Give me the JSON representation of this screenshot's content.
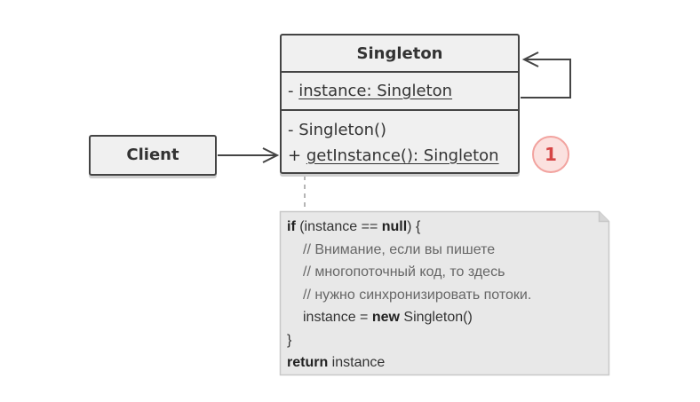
{
  "colors": {
    "box_fill": "#f0f0f0",
    "box_border": "#444444",
    "note_fill": "#e8e8e8",
    "note_border": "#c8c8c8",
    "badge_fill": "#fbe1df",
    "badge_text": "#d64545",
    "connector": "#444444",
    "dashed_connector": "#b5b5b5"
  },
  "class_box": {
    "name": "Singleton",
    "fields": [
      {
        "visibility": "- ",
        "text": "instance: Singleton",
        "static": true
      }
    ],
    "methods": [
      {
        "visibility": "- ",
        "text": "Singleton()",
        "static": false
      },
      {
        "visibility": "+ ",
        "text": "getInstance(): Singleton",
        "static": true
      }
    ]
  },
  "client_box": {
    "name": "Client"
  },
  "badge": {
    "label": "1"
  },
  "note": {
    "lines": [
      {
        "indent": 0,
        "parts": [
          {
            "t": "if",
            "kw": true
          },
          {
            "t": " (instance == "
          },
          {
            "t": "null",
            "kw": true
          },
          {
            "t": ") {"
          }
        ]
      },
      {
        "indent": 1,
        "parts": [
          {
            "t": "// Внимание, если вы пишете",
            "comment": true
          }
        ]
      },
      {
        "indent": 1,
        "parts": [
          {
            "t": "// многопоточный код, то здесь",
            "comment": true
          }
        ]
      },
      {
        "indent": 1,
        "parts": [
          {
            "t": "// нужно синхронизировать потоки.",
            "comment": true
          }
        ]
      },
      {
        "indent": 1,
        "parts": [
          {
            "t": "instance = "
          },
          {
            "t": "new",
            "kw": true
          },
          {
            "t": " Singleton()"
          }
        ]
      },
      {
        "indent": 0,
        "parts": [
          {
            "t": "}"
          }
        ]
      },
      {
        "indent": 0,
        "parts": [
          {
            "t": "return",
            "kw": true
          },
          {
            "t": " instance"
          }
        ]
      }
    ]
  }
}
